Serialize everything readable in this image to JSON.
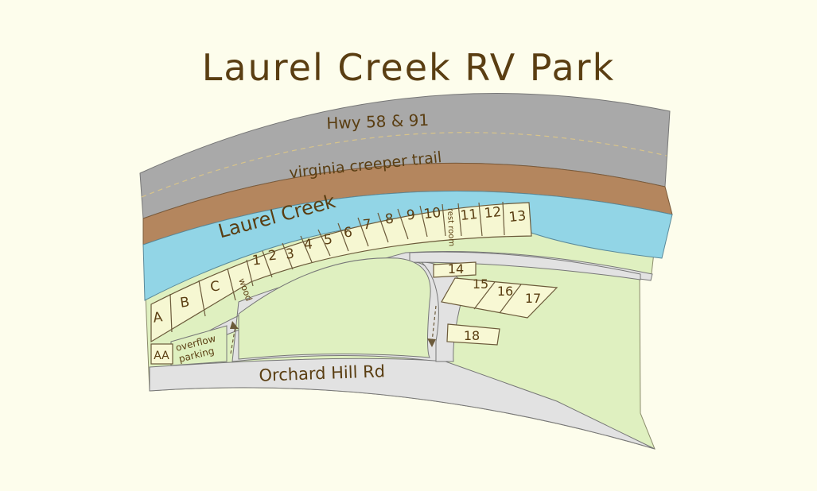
{
  "title": "Laurel Creek RV Park",
  "labels": {
    "highway": "Hwy 58 & 91",
    "trail": "virginia creeper trail",
    "creek": "Laurel Creek",
    "road": "Orchard Hill Rd",
    "overflow_line1": "overflow",
    "overflow_line2": "parking",
    "wood": "wood",
    "rest_room": "rest room"
  },
  "sites": {
    "creek_row": [
      "1",
      "2",
      "3",
      "4",
      "5",
      "6",
      "7",
      "8",
      "9",
      "10",
      "11",
      "12",
      "13"
    ],
    "letter_sites": [
      "A",
      "B",
      "C"
    ],
    "overflow_site": "AA",
    "inner_sites": [
      "14",
      "15",
      "16",
      "17",
      "18"
    ]
  },
  "colors": {
    "background": "#fdfdec",
    "highway": "#a9a9a9",
    "trail": "#b4865e",
    "creek": "#92d5e6",
    "grass": "#dff0c0",
    "road": "#e2e2e2",
    "text": "#5a3e12"
  }
}
